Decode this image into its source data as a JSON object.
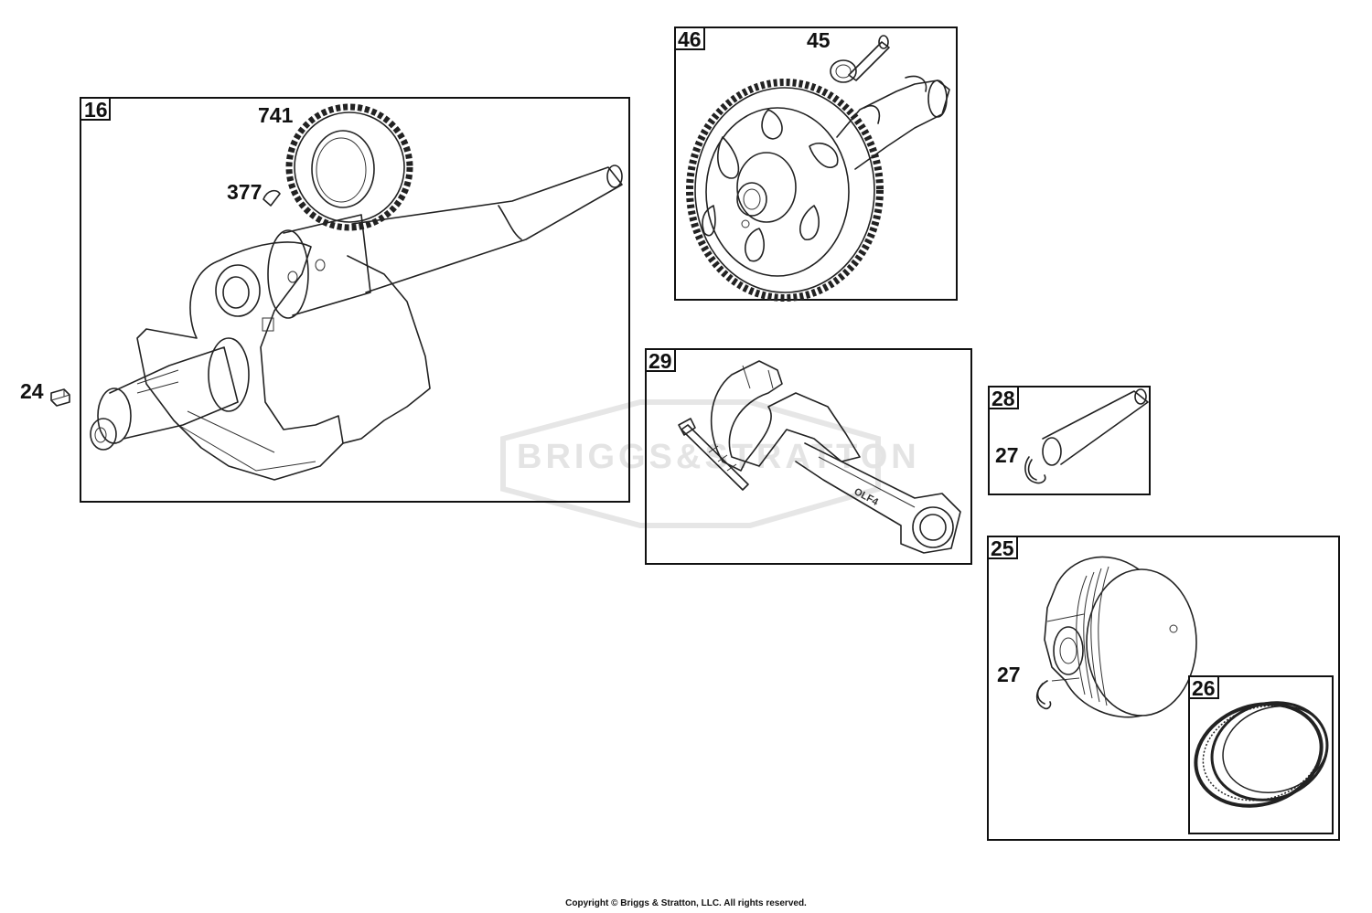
{
  "watermark": {
    "text": "BRIGGS&STRATTON"
  },
  "groups": [
    {
      "id": "crankshaft",
      "box_label": "16",
      "callouts": [
        "741",
        "377",
        "24"
      ]
    },
    {
      "id": "camshaft",
      "box_label": "46",
      "callouts": [
        "45"
      ]
    },
    {
      "id": "connecting-rod",
      "box_label": "29",
      "callouts": []
    },
    {
      "id": "piston-pin",
      "box_label": "28",
      "callouts": [
        "27"
      ]
    },
    {
      "id": "piston",
      "box_label": "25",
      "callouts": [
        "27"
      ]
    },
    {
      "id": "piston-rings",
      "box_label": "26",
      "callouts": []
    }
  ],
  "rod_marking": "OLF4",
  "footer": {
    "copyright": "Copyright © Briggs & Stratton, LLC. All rights reserved."
  }
}
